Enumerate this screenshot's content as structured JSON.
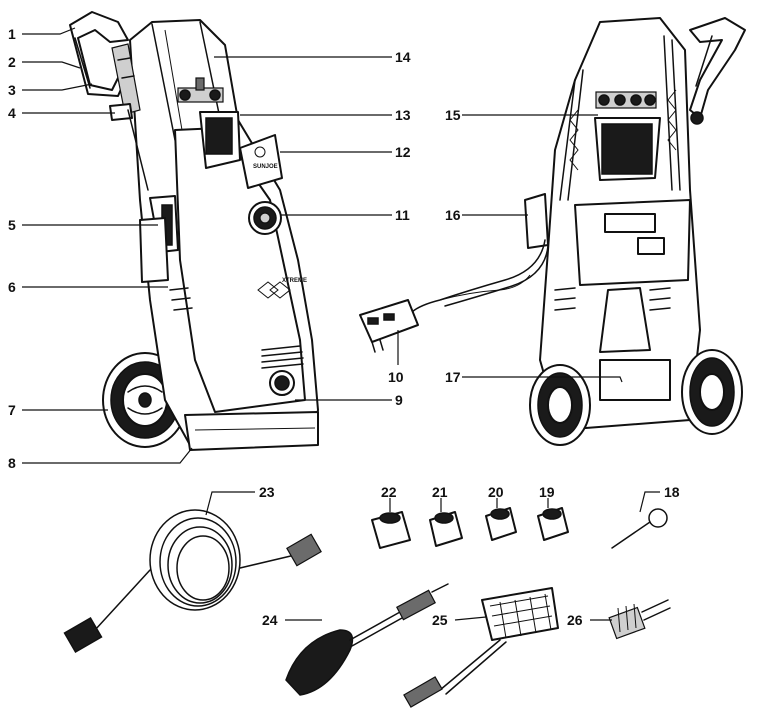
{
  "callouts": [
    {
      "id": "1",
      "text": "1"
    },
    {
      "id": "2",
      "text": "2"
    },
    {
      "id": "3",
      "text": "3"
    },
    {
      "id": "4",
      "text": "4"
    },
    {
      "id": "5",
      "text": "5"
    },
    {
      "id": "6",
      "text": "6"
    },
    {
      "id": "7",
      "text": "7"
    },
    {
      "id": "8",
      "text": "8"
    },
    {
      "id": "9",
      "text": "9"
    },
    {
      "id": "10",
      "text": "10"
    },
    {
      "id": "11",
      "text": "11"
    },
    {
      "id": "12",
      "text": "12"
    },
    {
      "id": "13",
      "text": "13"
    },
    {
      "id": "14",
      "text": "14"
    },
    {
      "id": "15",
      "text": "15"
    },
    {
      "id": "16",
      "text": "16"
    },
    {
      "id": "17",
      "text": "17"
    },
    {
      "id": "18",
      "text": "18"
    },
    {
      "id": "19",
      "text": "19"
    },
    {
      "id": "20",
      "text": "20"
    },
    {
      "id": "21",
      "text": "21"
    },
    {
      "id": "22",
      "text": "22"
    },
    {
      "id": "23",
      "text": "23"
    },
    {
      "id": "24",
      "text": "24"
    },
    {
      "id": "25",
      "text": "25"
    },
    {
      "id": "26",
      "text": "26"
    }
  ],
  "brand": {
    "plate_text": "SUNJOE",
    "side_text": "XTREME"
  }
}
